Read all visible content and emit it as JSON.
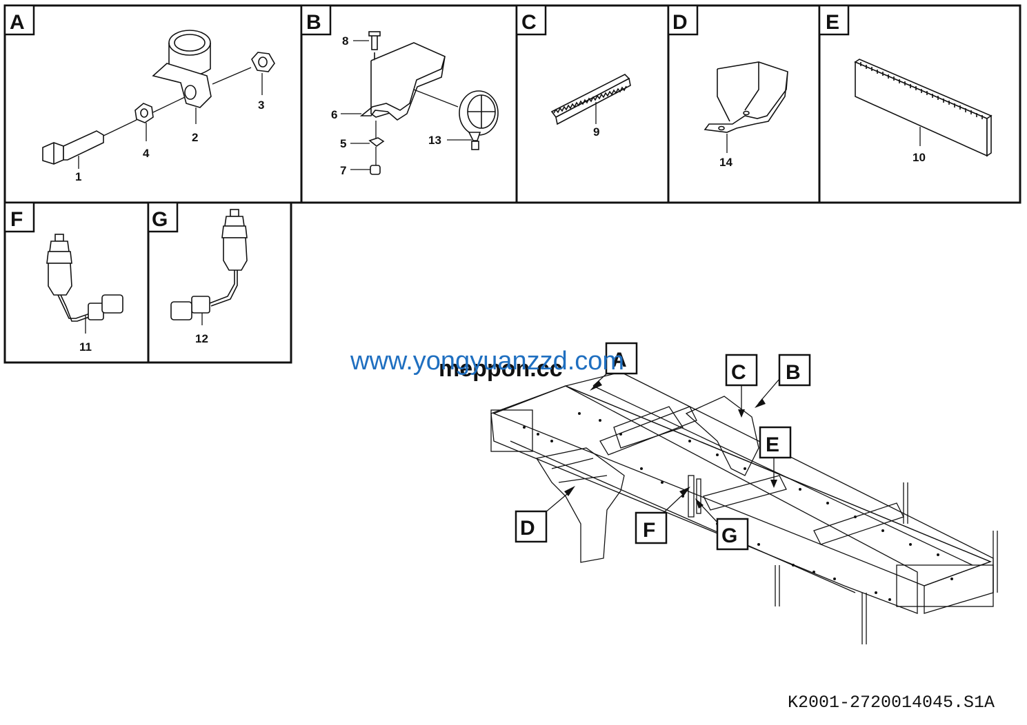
{
  "panels": [
    {
      "letter": "A"
    },
    {
      "letter": "B"
    },
    {
      "letter": "C"
    },
    {
      "letter": "D"
    },
    {
      "letter": "E"
    },
    {
      "letter": "F"
    },
    {
      "letter": "G"
    }
  ],
  "part_numbers": {
    "p1": "1",
    "p2": "2",
    "p3": "3",
    "p4": "4",
    "p5": "5",
    "p6": "6",
    "p7": "7",
    "p8": "8",
    "p9": "9",
    "p10": "10",
    "p11": "11",
    "p12": "12",
    "p13": "13",
    "p14": "14"
  },
  "callouts": {
    "A": "A",
    "B": "B",
    "C": "C",
    "D": "D",
    "E": "E",
    "F": "F",
    "G": "G"
  },
  "watermarks": {
    "url": "www.yongyuanzzd.com",
    "site": "meppon.cc"
  },
  "drawing_code": "K2001-2720014045.S1A"
}
